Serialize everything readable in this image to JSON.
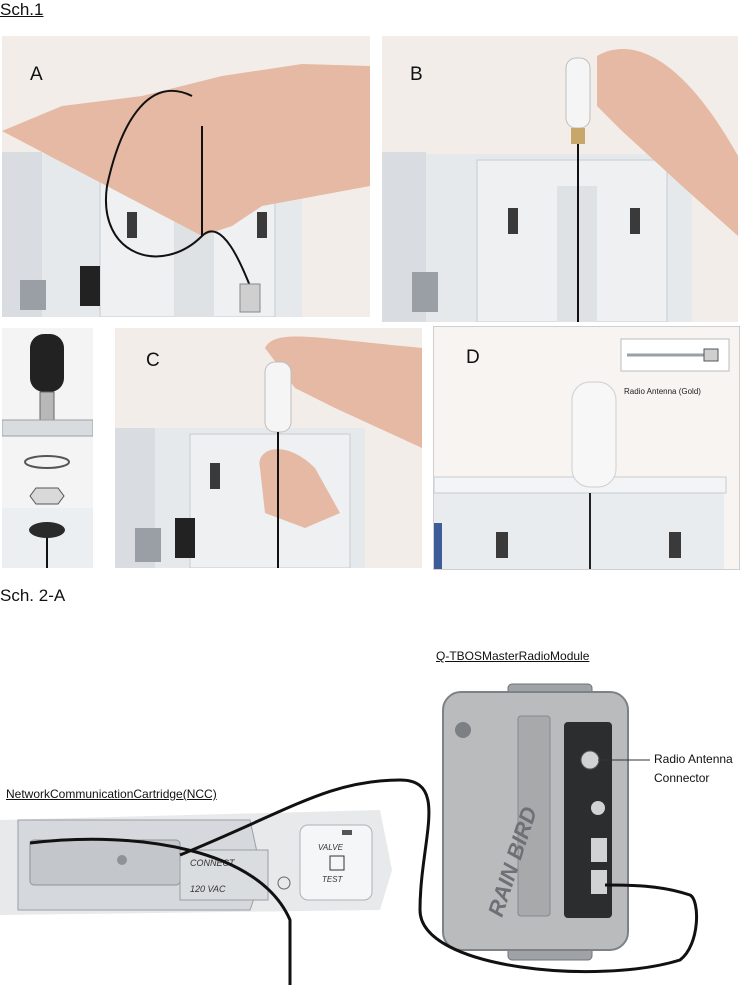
{
  "figures": {
    "sch1_title": "Sch.1",
    "sch2a_title": "Sch. 2-A"
  },
  "photos": {
    "a": {
      "letter": "A"
    },
    "b": {
      "letter": "B"
    },
    "c": {
      "letter": "C"
    },
    "d": {
      "letter": "D",
      "inset_label": "Radio Antenna (Gold)"
    }
  },
  "diagram": {
    "module_label": "Q-TBOSMasterRadioModule",
    "ncc_label": "NetworkCommunicationCartridge(NCC)",
    "antenna_connector_label_line1": "Radio Antenna",
    "antenna_connector_label_line2": "Connector",
    "ncc_line1": "CONNECT",
    "ncc_line2": "120 VAC",
    "valve_line1": "VALVE",
    "valve_line2": "TEST",
    "brand": "RAIN BIRD"
  },
  "colors": {
    "cabinet": "#e9ecee",
    "wall": "#f2ede8",
    "module": "#b8b8b8",
    "wire": "#111111"
  }
}
